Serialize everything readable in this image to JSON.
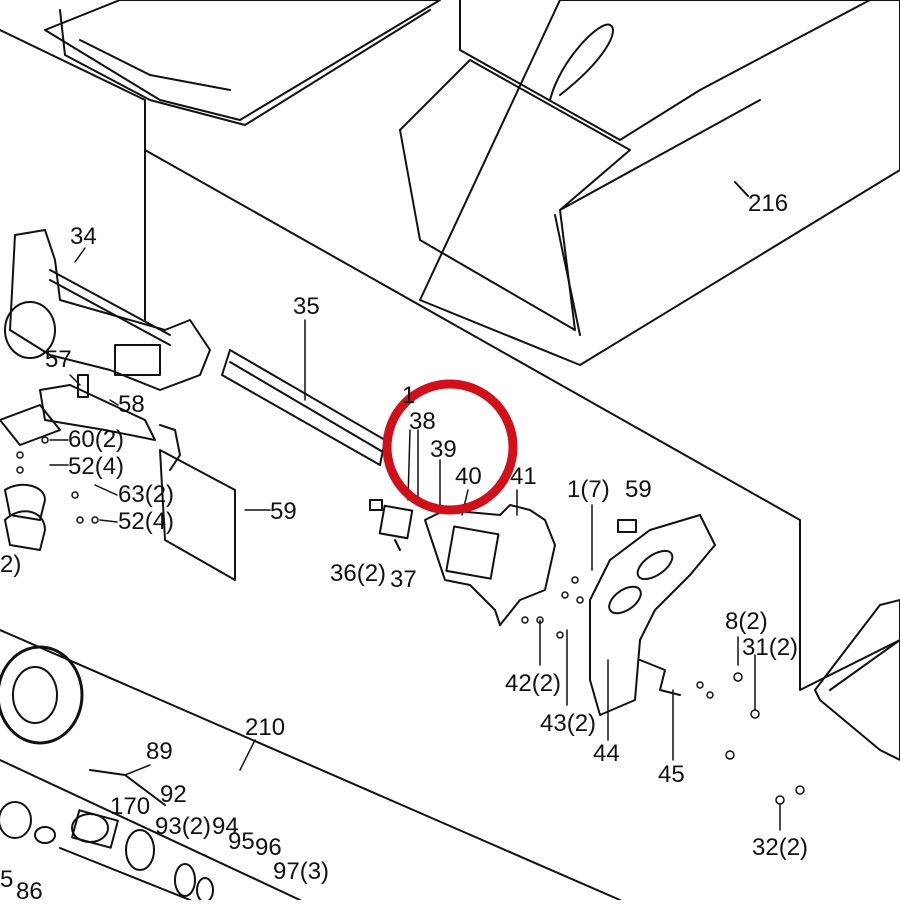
{
  "diagram": {
    "highlight_color": "#d0101a",
    "line_color": "#111111",
    "background_color": "#ffffff",
    "part_labels": [
      {
        "id": "216",
        "text": "216"
      },
      {
        "id": "34",
        "text": "34"
      },
      {
        "id": "35",
        "text": "35"
      },
      {
        "id": "57",
        "text": "57"
      },
      {
        "id": "58",
        "text": "58"
      },
      {
        "id": "60",
        "text": "60(2)"
      },
      {
        "id": "52a",
        "text": "52(4)"
      },
      {
        "id": "63",
        "text": "63(2)"
      },
      {
        "id": "52b",
        "text": "52(4)"
      },
      {
        "id": "59a",
        "text": "59"
      },
      {
        "id": "1a",
        "text": "1"
      },
      {
        "id": "38",
        "text": "38"
      },
      {
        "id": "39",
        "text": "39"
      },
      {
        "id": "40",
        "text": "40"
      },
      {
        "id": "41",
        "text": "41"
      },
      {
        "id": "1b",
        "text": "1(7)"
      },
      {
        "id": "59b",
        "text": "59"
      },
      {
        "id": "36",
        "text": "36(2)"
      },
      {
        "id": "37",
        "text": "37"
      },
      {
        "id": "8",
        "text": "8(2)"
      },
      {
        "id": "31",
        "text": "31(2)"
      },
      {
        "id": "42",
        "text": "42(2)"
      },
      {
        "id": "43",
        "text": "43(2)"
      },
      {
        "id": "44",
        "text": "44"
      },
      {
        "id": "45",
        "text": "45"
      },
      {
        "id": "32",
        "text": "32(2)"
      },
      {
        "id": "210",
        "text": "210"
      },
      {
        "id": "89",
        "text": "89"
      },
      {
        "id": "170",
        "text": "170"
      },
      {
        "id": "92",
        "text": "92"
      },
      {
        "id": "93",
        "text": "93(2)"
      },
      {
        "id": "94",
        "text": "94"
      },
      {
        "id": "95",
        "text": "95"
      },
      {
        "id": "96",
        "text": "96"
      },
      {
        "id": "97",
        "text": "97(3)"
      },
      {
        "id": "2a",
        "text": "2)"
      },
      {
        "id": "5",
        "text": "5"
      },
      {
        "id": "86",
        "text": "86"
      }
    ]
  }
}
